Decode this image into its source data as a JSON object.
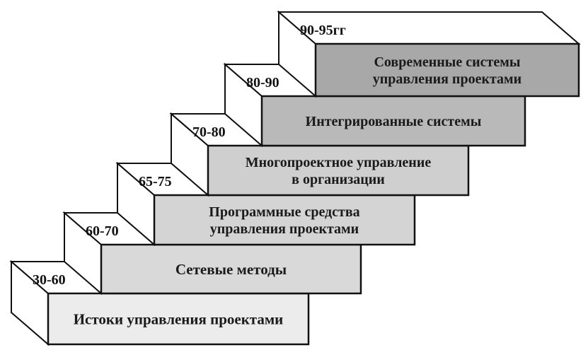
{
  "steps": [
    {
      "years": "30-60",
      "lines": [
        "Истоки управления проектами"
      ],
      "fill": "#ececec"
    },
    {
      "years": "60-70",
      "lines": [
        "Сетевые методы"
      ],
      "fill": "#d9d9d9"
    },
    {
      "years": "65-75",
      "lines": [
        "Программные средства",
        "управления проектами"
      ],
      "fill": "#d4d4d4"
    },
    {
      "years": "70-80",
      "lines": [
        "Многопроектное управление",
        "в организации"
      ],
      "fill": "#cfcfcf"
    },
    {
      "years": "80-90",
      "lines": [
        "Интегрированные системы"
      ],
      "fill": "#b9b9b9"
    },
    {
      "years": "90-95гг",
      "lines": [
        "Современные системы",
        "управления проектами"
      ],
      "fill": "#a8a8a8"
    }
  ]
}
